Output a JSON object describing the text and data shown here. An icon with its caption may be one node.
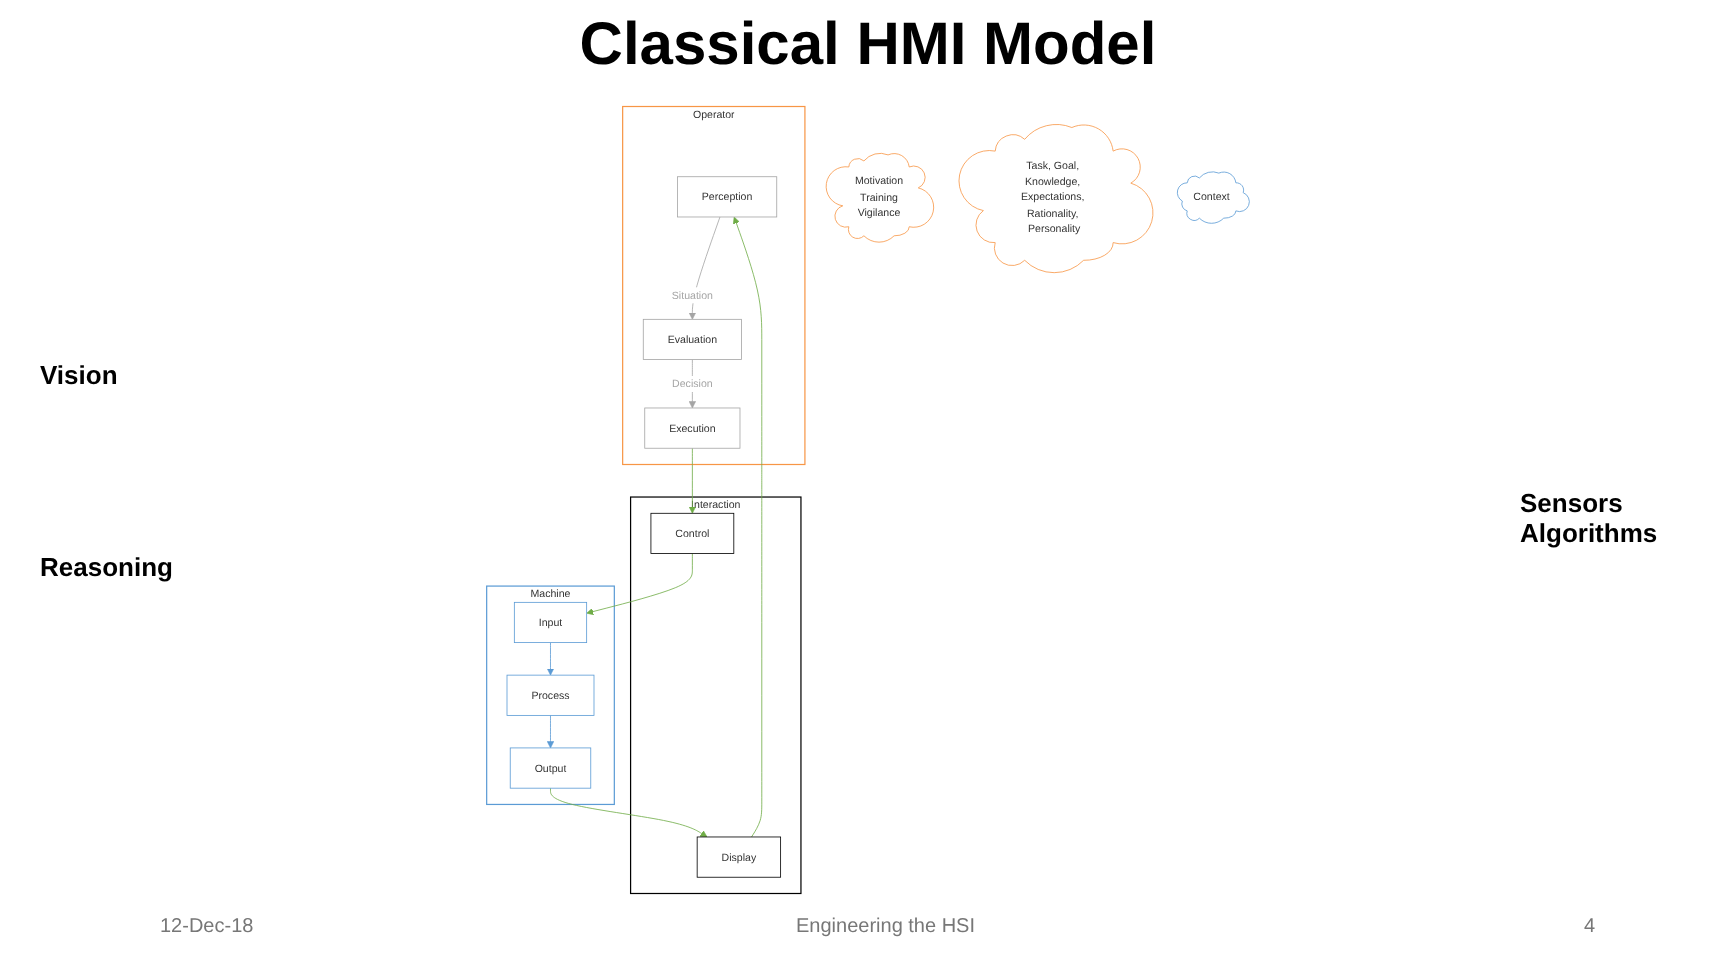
{
  "diagram": {
    "title": "Classical HMI Model",
    "nodes": [
      {
        "text": [
          "Operator"
        ]
      },
      {
        "text": [
          "Perception"
        ],
        "in": 0
      },
      {
        "text": [
          "Evaluation"
        ],
        "in": 0
      },
      {
        "text": [
          "Execution"
        ],
        "in": 0
      },
      {
        "text": [
          "Interaction"
        ]
      },
      {
        "text": [
          "Display"
        ],
        "in": 4
      },
      {
        "text": [
          "Control"
        ],
        "in": 4
      },
      {
        "text": [
          "Machine"
        ]
      },
      {
        "text": [
          "Output"
        ],
        "in": 7
      },
      {
        "text": [
          "Process"
        ],
        "in": 7
      },
      {
        "text": [
          "Input"
        ],
        "in": 7
      },
      {
        "text": [
          "Motivation",
          "Training",
          "Vigilance"
        ]
      },
      {
        "text": [
          "Task, Goal, Knowledge, Expectations, Rationality, Personality"
        ]
      },
      {
        "text": [
          "Context"
        ]
      }
    ],
    "edges": [
      {
        "from": 8,
        "to": 5,
        "arrow": "to"
      },
      {
        "from": 5,
        "to": 1,
        "arrow": "to"
      },
      {
        "from": 1,
        "to": 2,
        "arrow": "to",
        "label": "Situation",
        "color": "#a5a5a5"
      },
      {
        "from": 2,
        "to": 3,
        "arrow": "to",
        "label": "Decision",
        "color": "#a5a5a5"
      },
      {
        "from": 3,
        "to": 6,
        "arrow": "to"
      },
      {
        "from": 6,
        "to": 10,
        "arrow": "to"
      },
      {
        "from": 10,
        "to": 9,
        "arrow": "to",
        "color": "#5b9bd5"
      },
      {
        "from": 9,
        "to": 8,
        "arrow": "to",
        "color": "#5b9bd5"
      }
    ],
    "labels": [
      "Vision",
      "Reasoning",
      "Sensors Algorithms",
      "12-Dec-18",
      "Engineering the HSI",
      "4"
    ]
  }
}
